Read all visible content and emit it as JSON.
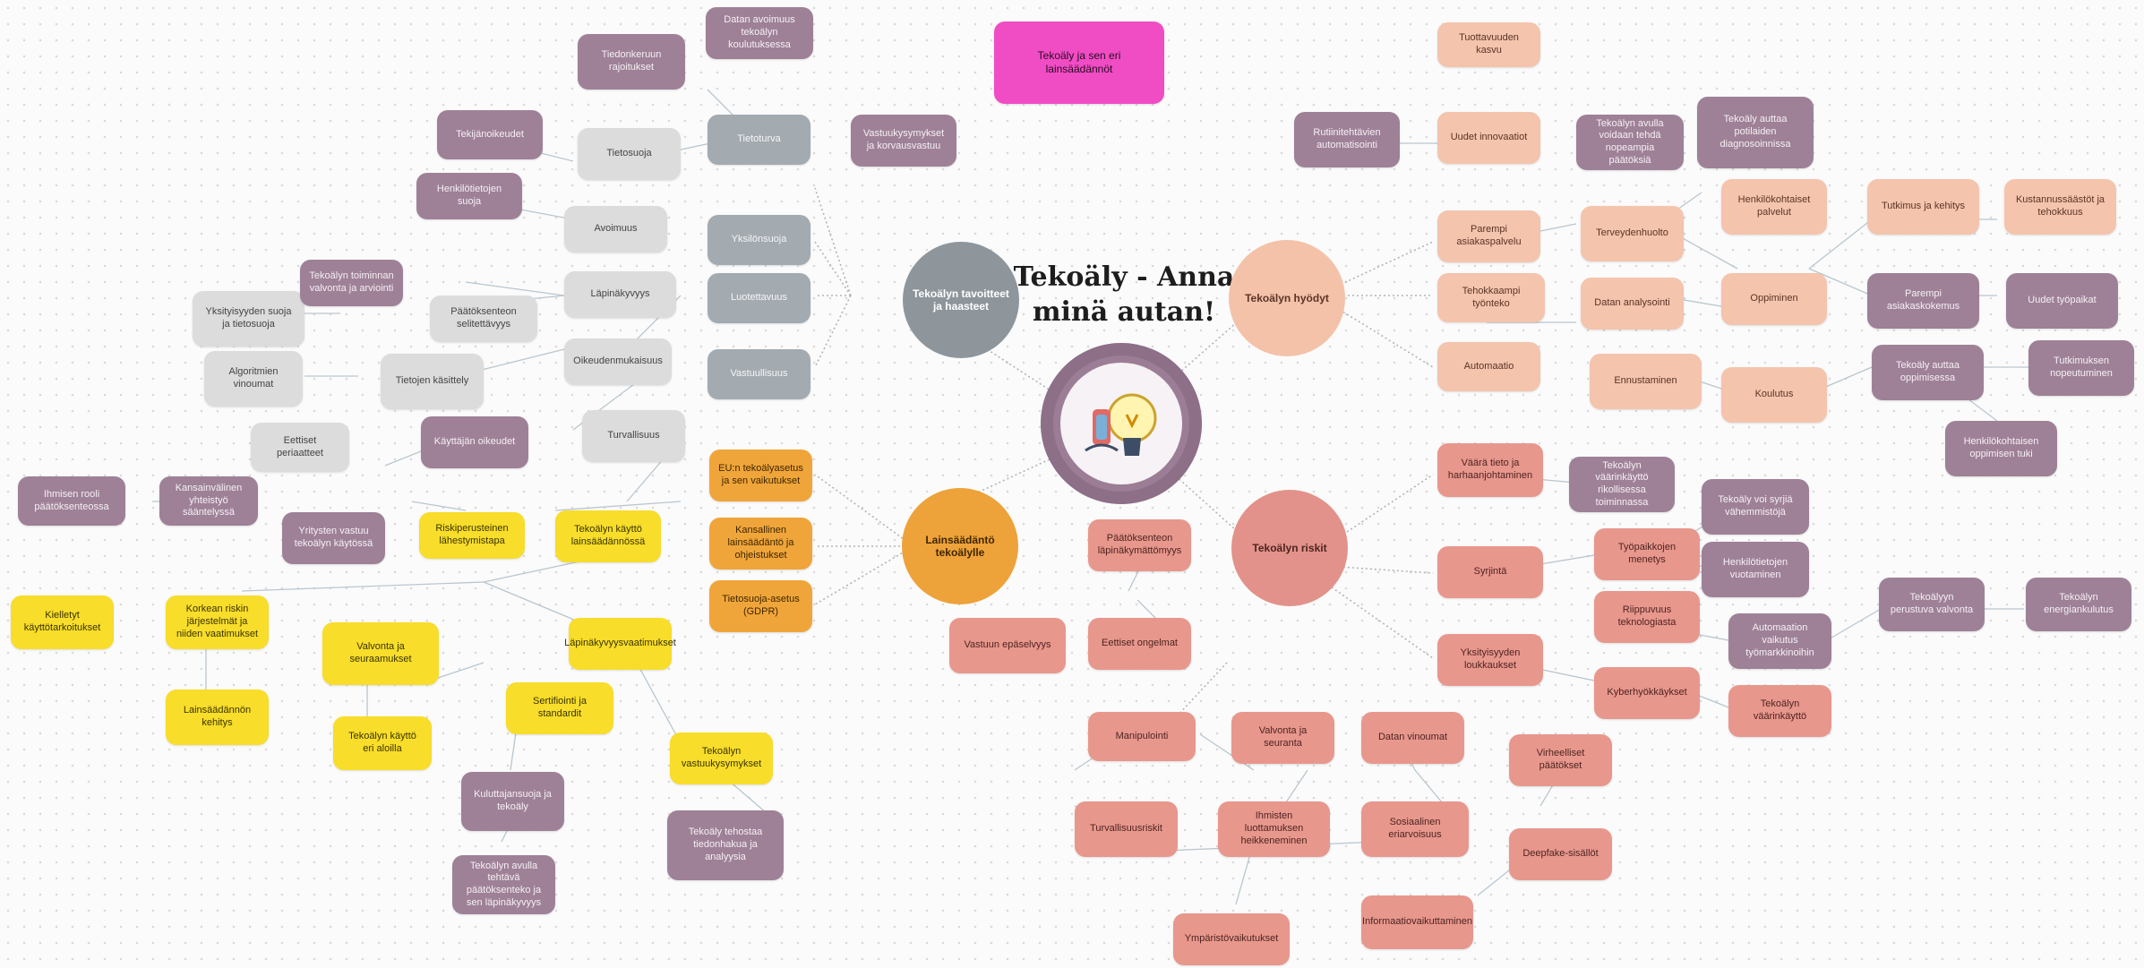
{
  "title_node": {
    "text": "Tekoäly ja sen eri lainsäädännöt"
  },
  "central": {
    "title": "Tekoäly - Anna minä autan!"
  },
  "hubs": {
    "gray": "Tekoälyn tavoitteet ja haasteet",
    "peach": "Tekoälyn hyödyt",
    "orange": "Lainsäädäntö tekoälylle",
    "salmon": "Tekoälyn riskit"
  },
  "nodes": {
    "g1": "Tietoturva",
    "g2": "Yksilönsuoja",
    "g3": "Luotettavuus",
    "g4": "Vastuullisuus",
    "p1": "Datan avoimuus tekoälyn koulutuksessa",
    "p2": "Tiedonkeruun rajoitukset",
    "p3": "Vastuukysymykset ja korvausvastuu",
    "p4": "Tekijänoikeudet",
    "p5": "Henkilötietojen suoja",
    "l1": "Tietosuoja",
    "l2": "Avoimuus",
    "l3": "Läpinäkyvyys",
    "l4": "Oikeudenmukaisuus",
    "l5": "Turvallisuus",
    "l6": "Yksityisyyden suoja ja tietosuoja",
    "l7": "Tietojen käsittely",
    "p6": "Algoritmien vinoumat",
    "p7": "Eettiset periaatteet",
    "p8": "Päätöksenteon selitettävyys",
    "p9": "Tekoälyn toiminnan valvonta ja arviointi",
    "p10": "Käyttäjän oikeudet",
    "p11": "Ihmisen rooli päätöksenteossa",
    "p12": "Kansainvälinen yhteistyö sääntelyssä",
    "o1": "EU:n tekoälyasetus ja sen vaikutukset",
    "o2": "Kansallinen lainsäädäntö ja ohjeistukset",
    "o3": "Tietosuoja-asetus (GDPR)",
    "y1": "Tekoälyn käyttö lainsäädännössä",
    "y2": "Riskiperusteinen lähestymistapa",
    "y3": "Kielletyt käyttötarkoitukset",
    "y4": "Korkean riskin järjestelmät ja niiden vaatimukset",
    "y5": "Lainsäädännön kehitys",
    "y6": "Valvonta ja seuraamukset",
    "y7": "Tekoälyn käyttö eri aloilla",
    "y8": "Läpinäkyvyysvaatimukset",
    "y9": "Sertifiointi ja standardit",
    "y10": "Tekoälyn vastuukysymykset",
    "p13": "Yritysten vastuu tekoälyn käytössä",
    "p14": "Kuluttajansuoja ja tekoäly",
    "p15": "Tekoälyn avulla tehtävä päätöksenteko ja sen läpinäkyvyys",
    "pe1": "Tuottavuuden kasvu",
    "pe2": "Uudet innovaatiot",
    "pe3": "Parempi asiakaspalvelu",
    "pe4": "Tehokkaampi työnteko",
    "pe5": "Automaatio",
    "pe6": "Terveydenhuolto",
    "pe7": "Datan analysointi",
    "pe8": "Ennustaminen",
    "pe9": "Henkilökohtaiset palvelut",
    "pe10": "Oppiminen",
    "pe11": "Koulutus",
    "pe12": "Tutkimus ja kehitys",
    "p16": "Tekoäly tehostaa tiedonhakua ja analyysia",
    "p17": "Rutiinitehtävien automatisointi",
    "p18": "Tekoälyn avulla voidaan tehdä nopeampia päätöksiä",
    "p19": "Tekoäly auttaa potilaiden diagnosoinnissa",
    "p20": "Parempi asiakaskokemus",
    "p21": "Uudet työpaikat",
    "p22": "Tekoäly auttaa oppimisessa",
    "p23": "Tutkimuksen nopeutuminen",
    "p24": "Henkilökohtaisen oppimisen tuki",
    "p25": "Kustannussäästöt ja tehokkuus",
    "s1": "Väärä tieto ja harhaanjohtaminen",
    "s2": "Syrjintä",
    "s3": "Yksityisyyden loukkaukset",
    "s4": "Työpaikkojen menetys",
    "s5": "Riippuvuus teknologiasta",
    "s6": "Kyberhyökkäykset",
    "s7": "Tekoälyn väärinkäyttö",
    "s8": "Päätöksenteon läpinäkymättömyys",
    "s9": "Eettiset ongelmat",
    "s10": "Vastuun epäselvyys",
    "s11": "Manipulointi",
    "s12": "Valvonta ja seuranta",
    "s13": "Datan vinoumat",
    "s14": "Virheelliset päätökset",
    "s15": "Turvallisuusriskit",
    "s16": "Ihmisten luottamuksen heikkeneminen",
    "s17": "Sosiaalinen eriarvoisuus",
    "s18": "Deepfake-sisällöt",
    "s19": "Informaatiovaikuttaminen",
    "s20": "Ympäristövaikutukset",
    "p26": "Tekoälyn väärinkäyttö rikollisessa toiminnassa",
    "p27": "Tekoäly voi syrjiä vähemmistöjä",
    "p28": "Henkilötietojen vuotaminen",
    "p29": "Automaation vaikutus työmarkkinoihin",
    "p30": "Tekoälyyn perustuva valvonta",
    "p31": "Tekoälyn energiankulutus"
  },
  "colors": {
    "purple": "#9e8197",
    "gray": "#a3aab0",
    "light": "#dcdcdc",
    "yellow": "#f8dd2a",
    "orange": "#f0a53a",
    "peach": "#f4c4ad",
    "salmon": "#e8978d",
    "magenta": "#f04cc4"
  }
}
